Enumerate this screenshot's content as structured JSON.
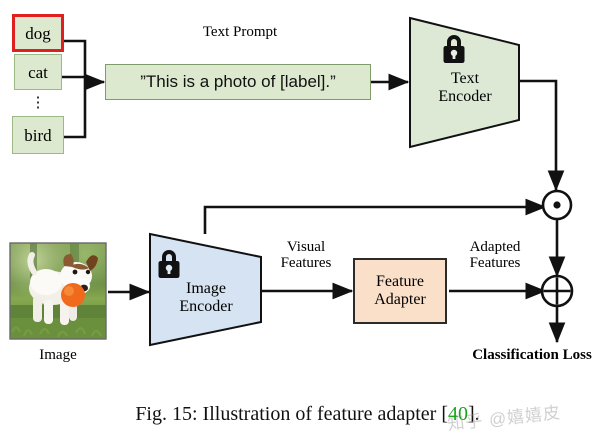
{
  "figure": {
    "caption_prefix": "Fig. 15: Illustration of feature adapter [",
    "caption_ref": "40",
    "caption_suffix": "].",
    "watermark": "知乎 @嬉嬉皮"
  },
  "labels": {
    "items": [
      {
        "text": "dog",
        "selected": true
      },
      {
        "text": "cat",
        "selected": false
      },
      {
        "text": "bird",
        "selected": false
      }
    ],
    "ellipsis": "⋮"
  },
  "prompt": {
    "title": "Text Prompt",
    "text": "”This is a photo of [label].”"
  },
  "encoders": {
    "text_encoder": {
      "line1": "Text",
      "line2": "Encoder",
      "lock": "lock-icon",
      "color": "#dde9d5"
    },
    "image_encoder": {
      "line1": "Image",
      "line2": "Encoder",
      "lock": "lock-icon",
      "color": "#d6e3f2"
    }
  },
  "adapter": {
    "line1": "Feature",
    "line2": "Adapter",
    "color": "#fadfc9"
  },
  "flow_labels": {
    "visual_features": {
      "line1": "Visual",
      "line2": "Features"
    },
    "adapted_features": {
      "line1": "Adapted",
      "line2": "Features"
    },
    "image": "Image",
    "classification_loss": "Classification Loss"
  },
  "operators": {
    "elementwise_product": "⊙",
    "elementwise_sum": "⊕"
  },
  "image_thumb": {
    "alt": "photo of a jack russell terrier dog running on grass with an orange ball"
  },
  "colors": {
    "label_fill": "#dce9cf",
    "label_border": "#9bb885",
    "selected_border": "#e02020",
    "prompt_fill": "#dce9cf",
    "text_encoder_fill": "#dde9d5",
    "image_encoder_fill": "#d6e3f2",
    "adapter_fill": "#fadfc9",
    "stroke": "#111111",
    "reference_green": "#19a319"
  }
}
